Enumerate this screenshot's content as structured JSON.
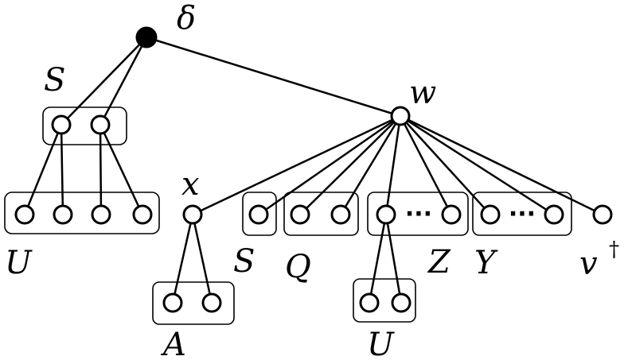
{
  "labels": {
    "delta": "δ",
    "S_top": "S",
    "w": "w",
    "x": "x",
    "U_left": "U",
    "S_mid": "S",
    "Q": "Q",
    "Z": "Z",
    "Y": "Y",
    "v": "v",
    "v_mark": "†",
    "A": "A",
    "U_bottom": "U"
  },
  "ellipsis": "···"
}
